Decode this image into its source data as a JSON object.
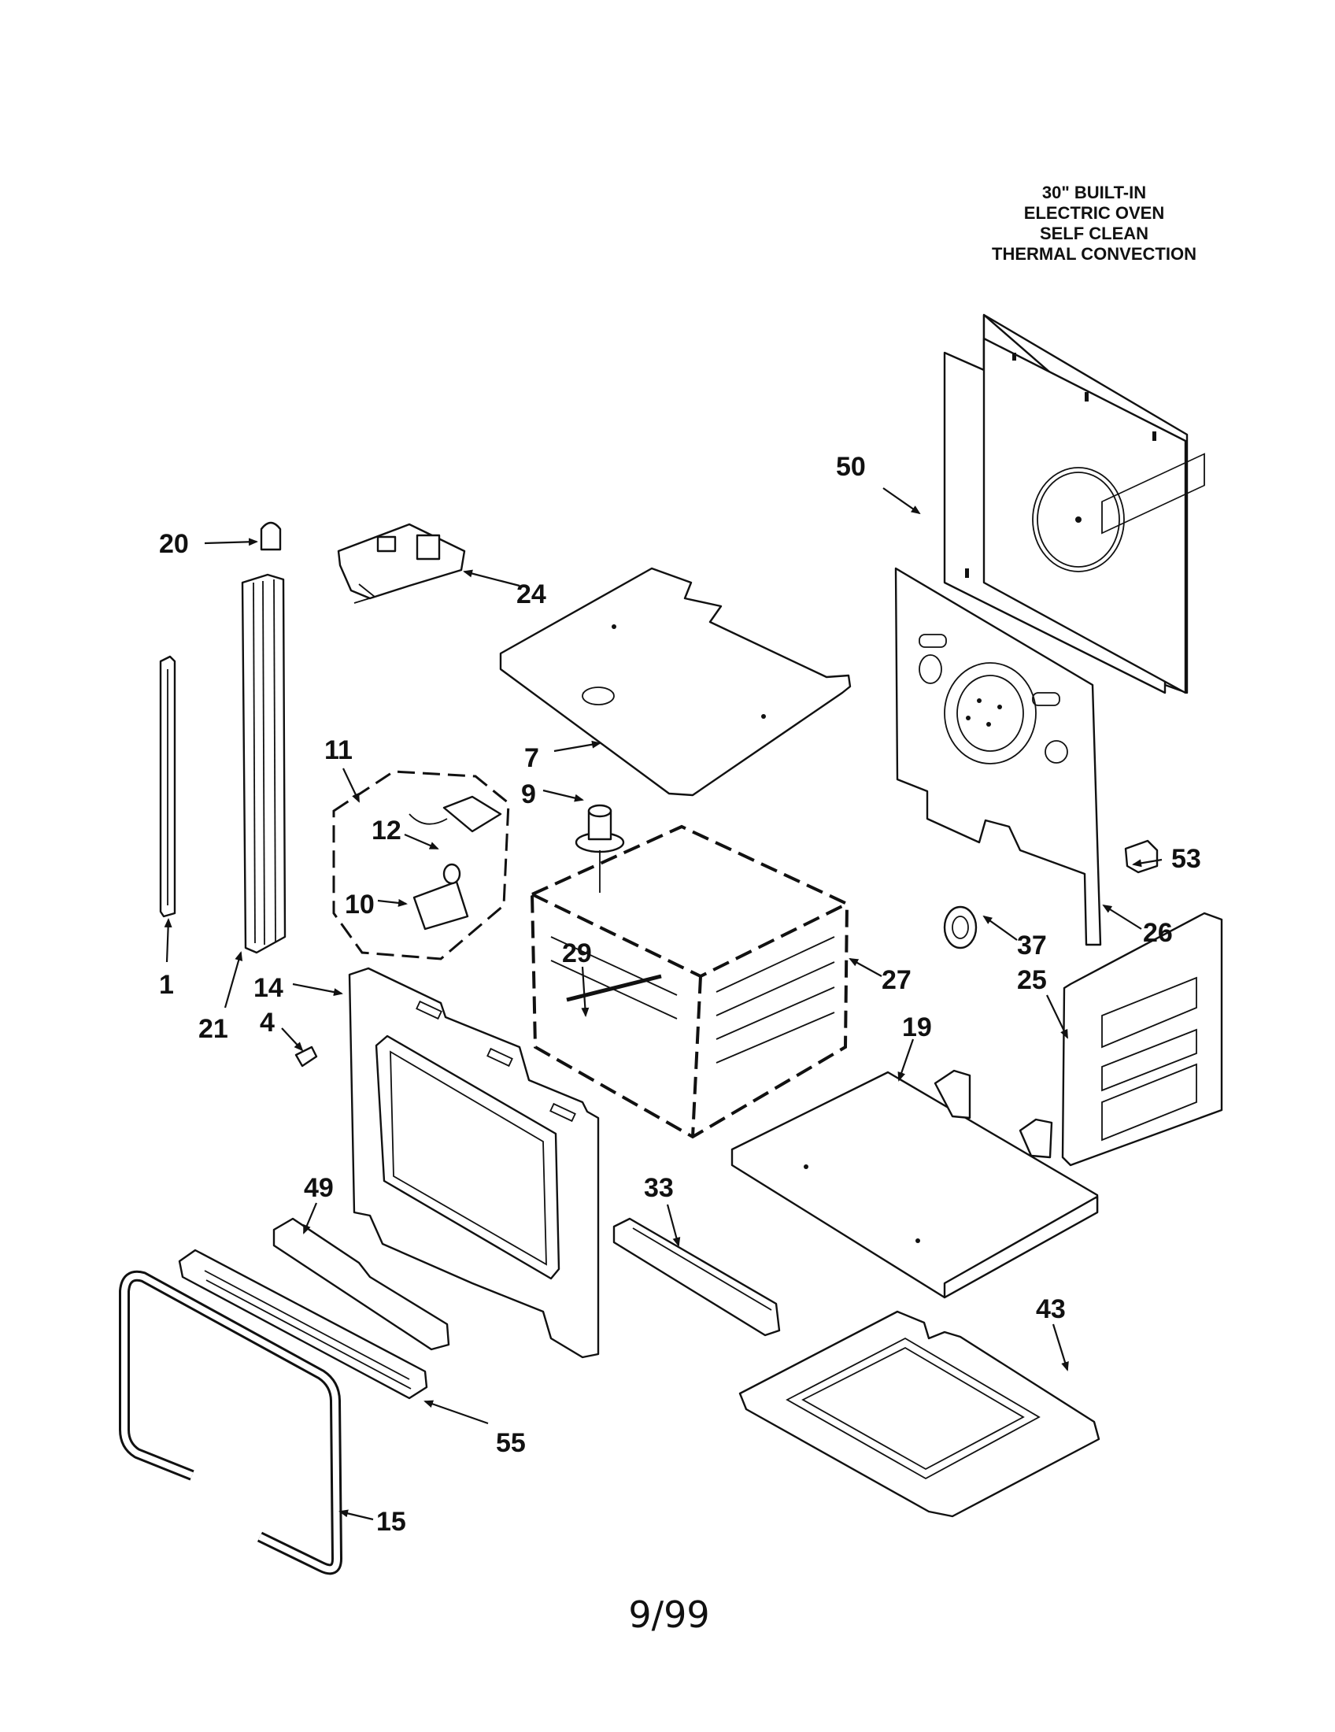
{
  "title": {
    "line1": "30\" BUILT-IN",
    "line2": "ELECTRIC OVEN",
    "line3": "SELF CLEAN",
    "line4": "THERMAL CONVECTION"
  },
  "page_number": "9/99",
  "callouts": {
    "c1": "1",
    "c4": "4",
    "c7": "7",
    "c9": "9",
    "c10": "10",
    "c11": "11",
    "c12": "12",
    "c14": "14",
    "c15": "15",
    "c19": "19",
    "c20": "20",
    "c21": "21",
    "c24": "24",
    "c25": "25",
    "c26": "26",
    "c27": "27",
    "c29": "29",
    "c33": "33",
    "c37": "37",
    "c43": "43",
    "c49": "49",
    "c50": "50",
    "c53": "53",
    "c55": "55"
  }
}
